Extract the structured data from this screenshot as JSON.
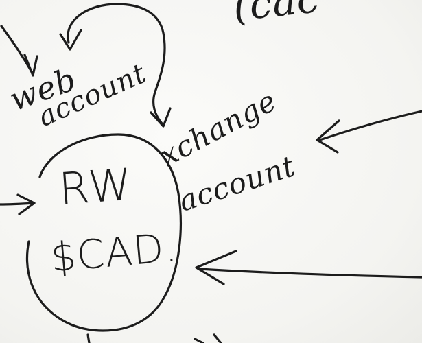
{
  "diagram": {
    "top_fragment": "(cac",
    "web_label_line1": "web",
    "web_label_line2": "account",
    "xchange_label_line1": "xchange",
    "xchange_label_line2": "account",
    "center_line1": "RW",
    "center_line2": "$CAD."
  },
  "colors": {
    "ink": "#1c1c1c",
    "paper": "#f7f7f5"
  }
}
